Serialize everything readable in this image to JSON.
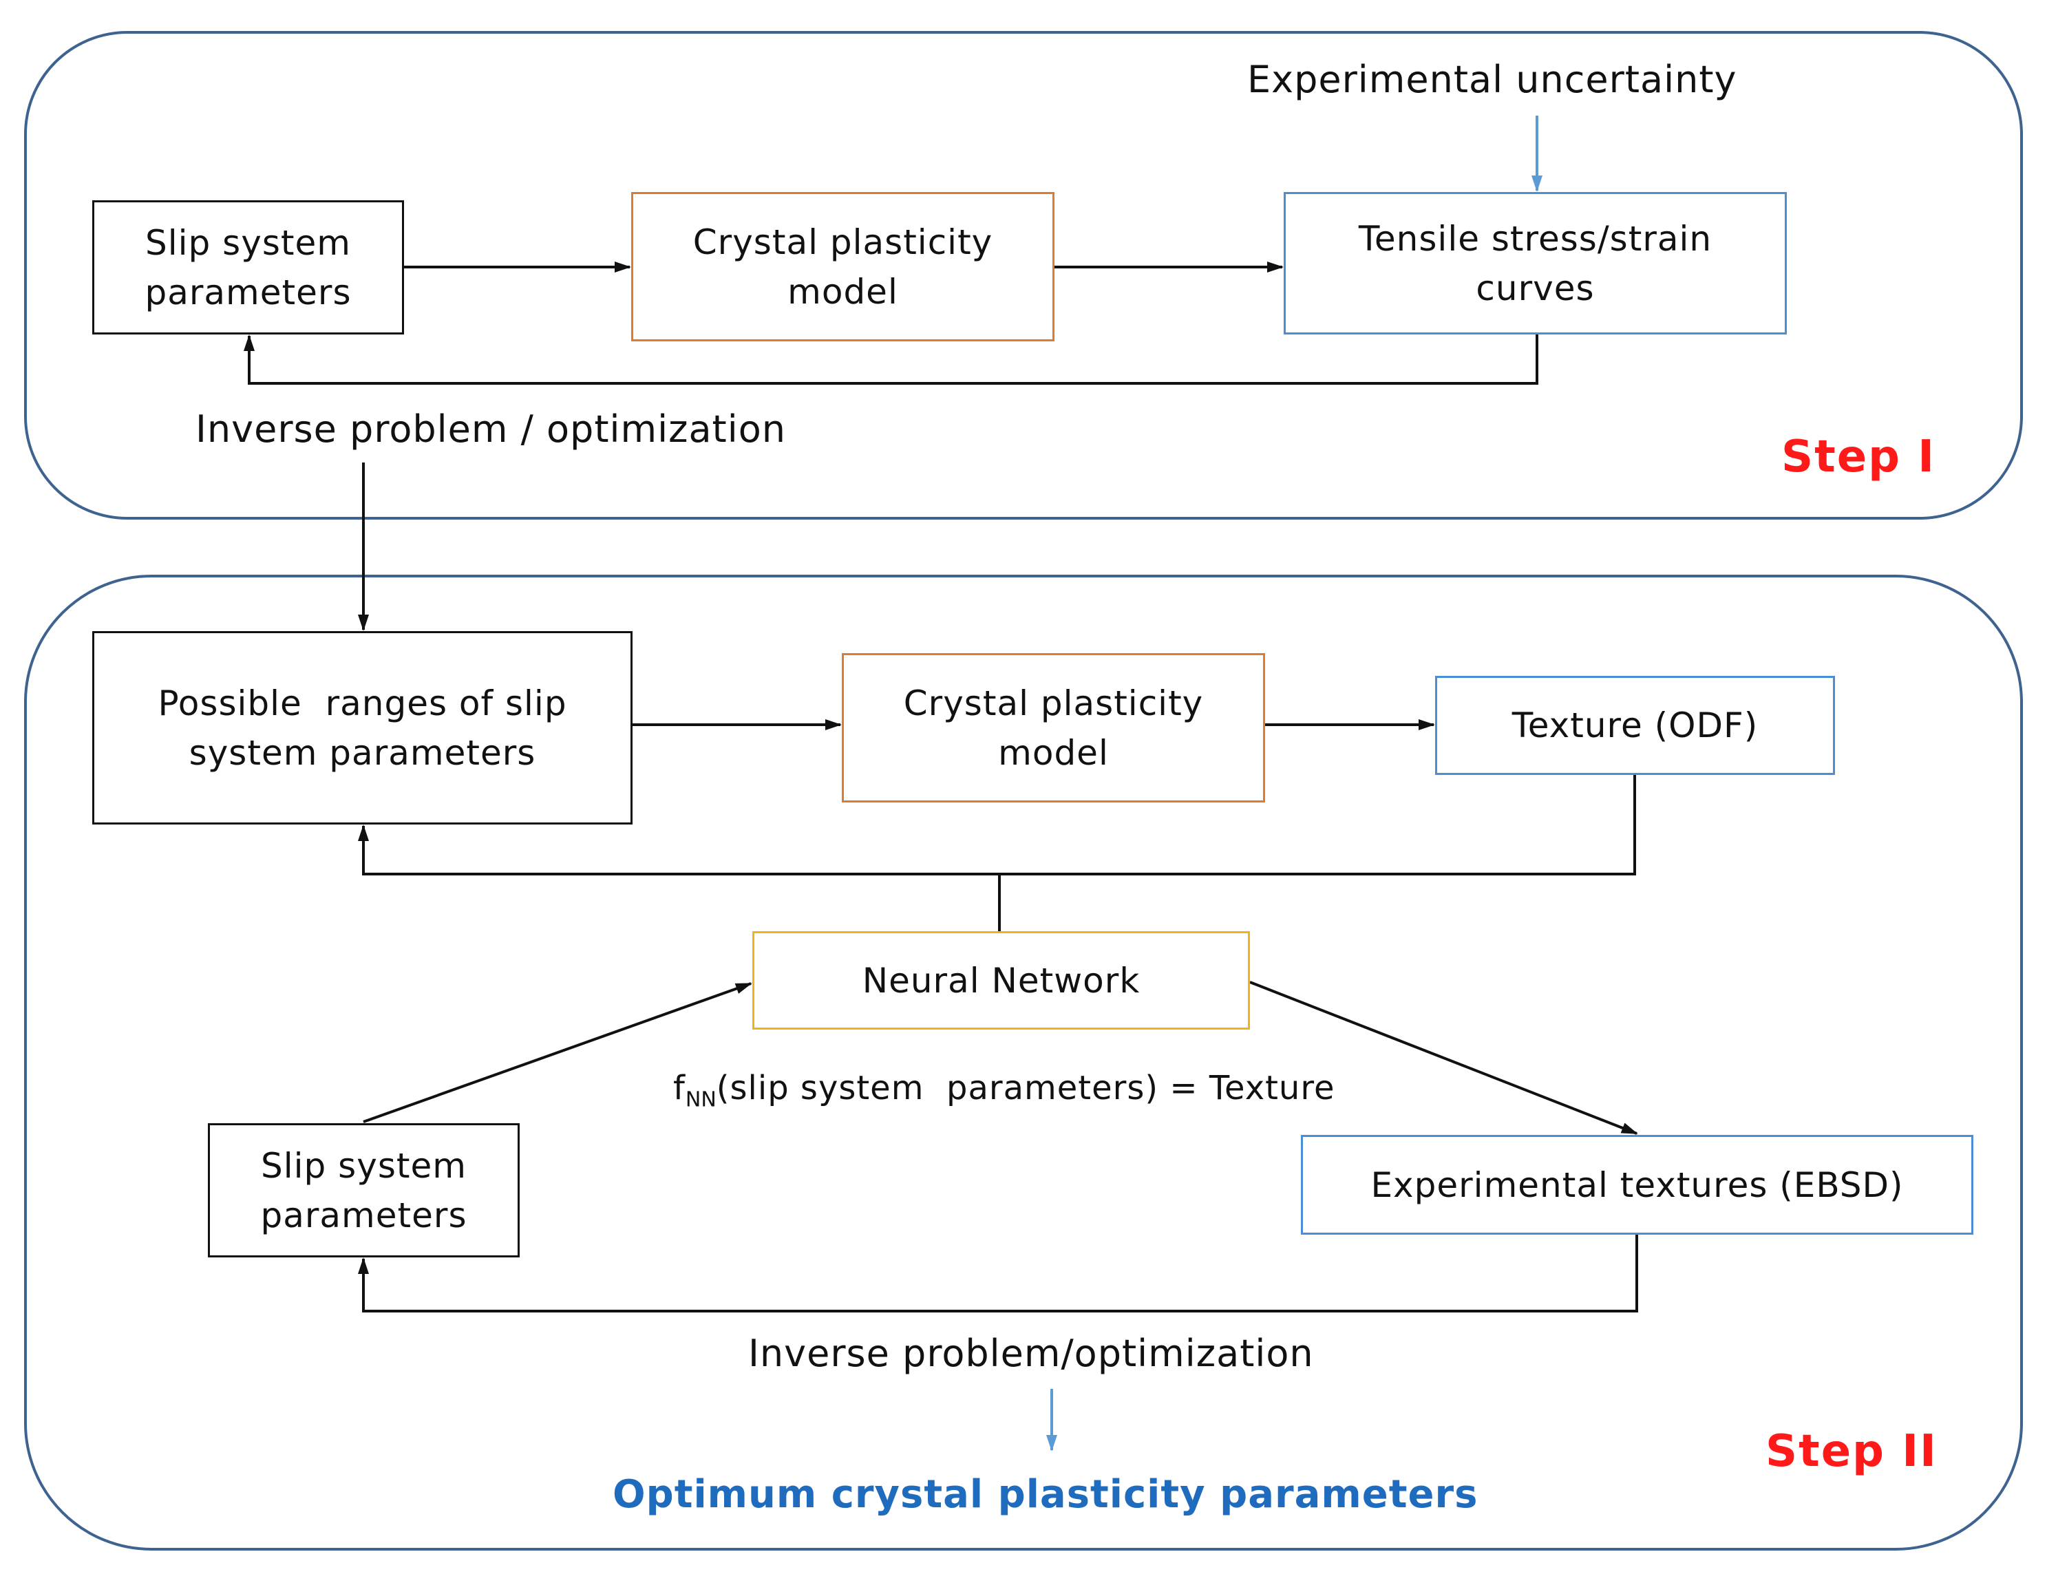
{
  "step1": {
    "label": "Step I",
    "top_label": "Experimental uncertainty",
    "boxes": {
      "slip_system": "Slip system parameters",
      "crystal_plasticity": "Crystal plasticity model",
      "tensile": "Tensile stress/strain curves"
    },
    "feedback_label": "Inverse problem / optimization"
  },
  "step2": {
    "label": "Step II",
    "boxes": {
      "ranges": "Possible  ranges of slip system parameters",
      "crystal_plasticity": "Crystal plasticity model",
      "texture": "Texture (ODF)",
      "neural_network": "Neural Network",
      "slip_system": "Slip system parameters",
      "experimental_textures": "Experimental textures (EBSD)"
    },
    "function_label": {
      "f": "f",
      "subscript": "NN",
      "expression": "(slip system  parameters) = Texture"
    },
    "feedback_label": "Inverse problem/optimization",
    "result": "Optimum crystal plasticity parameters"
  },
  "colors": {
    "panel_border": "#3e6390",
    "step_label": "#ff1a1a",
    "result_text": "#1f6cbf",
    "black_box": "#111111",
    "orange_box": "#e07b2c",
    "blue_box": "#4a8fd6",
    "yellow_box": "#f2b319",
    "blue_arrow": "#5b9bd5"
  }
}
